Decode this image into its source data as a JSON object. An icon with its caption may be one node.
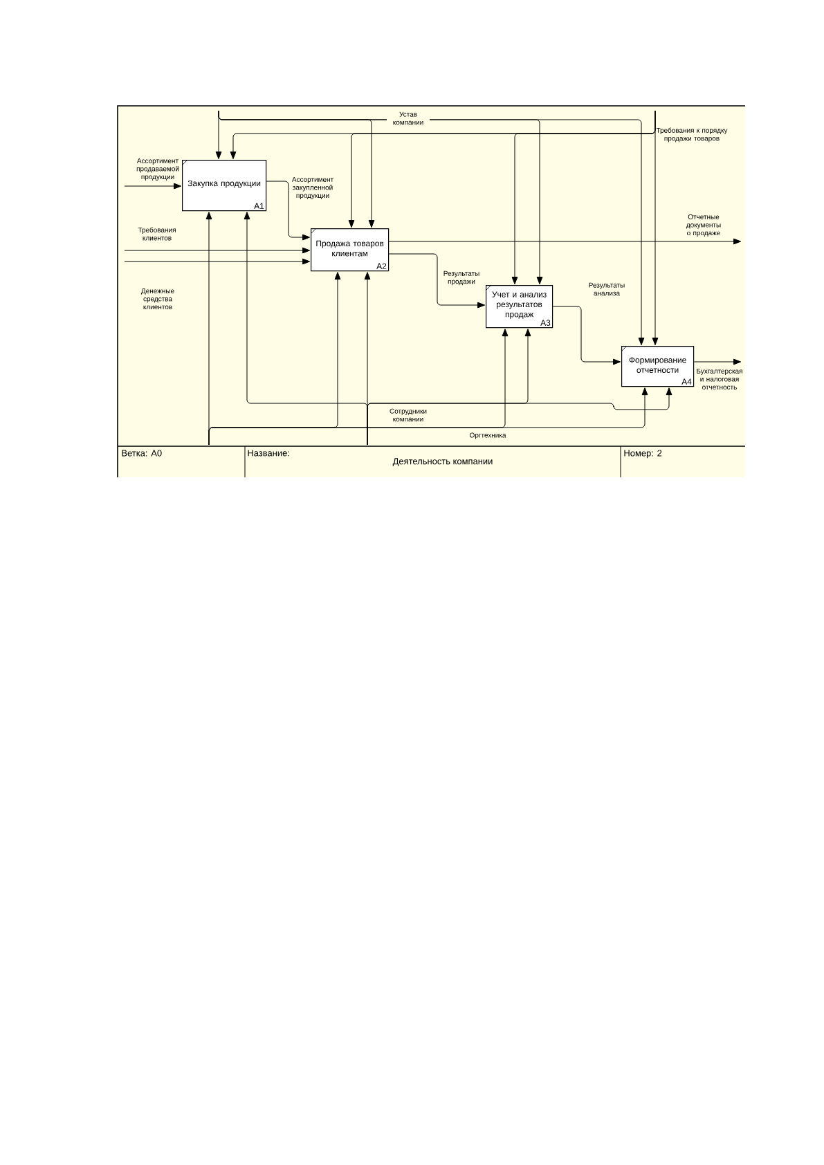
{
  "diagram": {
    "nodes": [
      {
        "text": [
          "Закупка продукции",
          "A1"
        ]
      },
      {
        "text": [
          "Продажа товаров клиентам",
          "A2"
        ]
      },
      {
        "text": [
          "Учет и анализ результатов продаж",
          "A3"
        ]
      },
      {
        "text": [
          "Формирование отчетности",
          "A4"
        ]
      }
    ],
    "edges": [
      {
        "from": null,
        "to": 0,
        "arrow": "to",
        "label": "Ассортимент продаваемой продукции"
      },
      {
        "from": 0,
        "to": 1,
        "arrow": "to",
        "label": "Ассортимент закупленной продукции"
      },
      {
        "from": null,
        "to": 1,
        "arrow": "to",
        "label": "Требования клиентов"
      },
      {
        "from": null,
        "to": 1,
        "arrow": "to",
        "label": "Денежные средства клиентов"
      },
      {
        "from": 1,
        "to": null,
        "arrow": "to",
        "label": "Отчетные документы о продаже"
      },
      {
        "from": 1,
        "to": 2,
        "arrow": "to",
        "label": "Результаты продажи"
      },
      {
        "from": 2,
        "to": 3,
        "arrow": "to",
        "label": "Результаты анализа"
      },
      {
        "from": 3,
        "to": null,
        "arrow": "to",
        "label": "Бухгалтерская и налоговая отчетность"
      },
      {
        "from": null,
        "to": 0,
        "arrow": "to"
      },
      {
        "from": null,
        "to": 1,
        "arrow": "to"
      },
      {
        "from": null,
        "to": 2,
        "arrow": "to",
        "label": "Устав компании"
      },
      {
        "from": null,
        "to": 3,
        "arrow": "to"
      },
      {
        "from": null,
        "to": 0,
        "arrow": "to"
      },
      {
        "from": null,
        "to": 1,
        "arrow": "to"
      },
      {
        "from": null,
        "to": 2,
        "arrow": "to"
      },
      {
        "from": null,
        "to": 3,
        "arrow": "to",
        "label": "Требования к порядку продажи товаров"
      },
      {
        "from": null,
        "to": 0,
        "arrow": "to"
      },
      {
        "from": null,
        "to": 1,
        "arrow": "to"
      },
      {
        "from": null,
        "to": 2,
        "arrow": "to",
        "label": "Сотрудники компании"
      },
      {
        "from": null,
        "to": 3,
        "arrow": "to"
      },
      {
        "from": null,
        "to": 0,
        "arrow": "to"
      },
      {
        "from": null,
        "to": 1,
        "arrow": "to"
      },
      {
        "from": null,
        "to": 2,
        "arrow": "to",
        "label": "Оргтехника"
      },
      {
        "from": null,
        "to": 3,
        "arrow": "to"
      }
    ],
    "labels": [
      "Ветка: A0",
      "Название:",
      "Деятельность компании",
      "Номер: 2"
    ]
  }
}
